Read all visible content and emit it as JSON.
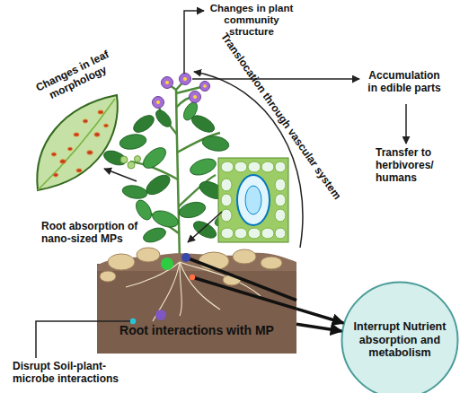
{
  "diagram": {
    "nodes": [
      {
        "text": [
          "Root interactions with MP"
        ]
      },
      {
        "text": [
          "Interrupt Nutrient absorption and metabolism"
        ]
      }
    ],
    "edges": [
      {
        "from": 0,
        "to": 1,
        "arrow": "to"
      },
      {
        "from": 0,
        "to": 1,
        "arrow": "to"
      }
    ],
    "labels": [
      "Changes in plant community structure",
      "Changes in leaf morphology",
      "Translocation through vascular system",
      "Accumulation in edible parts",
      "Transfer to herbivores/ humans",
      "Root absorption of nano-sized MPs",
      "Disrupt Soil-plant- microbe interactions"
    ]
  }
}
